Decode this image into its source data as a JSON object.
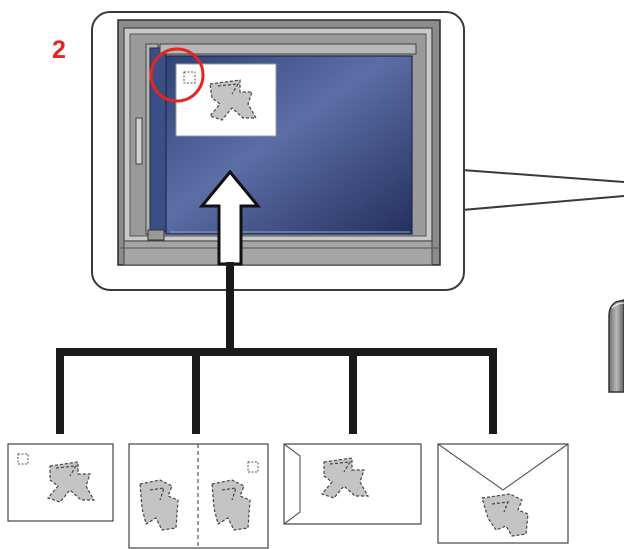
{
  "step_number": "2",
  "colors": {
    "step_number": "#e8241f",
    "highlight_circle": "#e8241f",
    "callout_border": "#3a3a3a",
    "glass": "#3b4f87",
    "scanner_frame": "#8e8e8e",
    "connector_lines": "#1a1a1a"
  },
  "icons": {
    "scanner_glass": "scanner-glass-icon",
    "original_on_glass": "original-document-icon",
    "placement_marker": "alignment-corner-marker-icon",
    "arrow": "up-arrow-icon",
    "machine_side": "machine-side-view-icon"
  },
  "variants": [
    {
      "name": "portrait-original",
      "icon": "portrait-original-icon"
    },
    {
      "name": "landscape-open-book",
      "icon": "open-book-original-icon"
    },
    {
      "name": "envelope-flap-left",
      "icon": "envelope-flap-left-icon"
    },
    {
      "name": "envelope-flap-top",
      "icon": "envelope-flap-top-icon"
    }
  ]
}
